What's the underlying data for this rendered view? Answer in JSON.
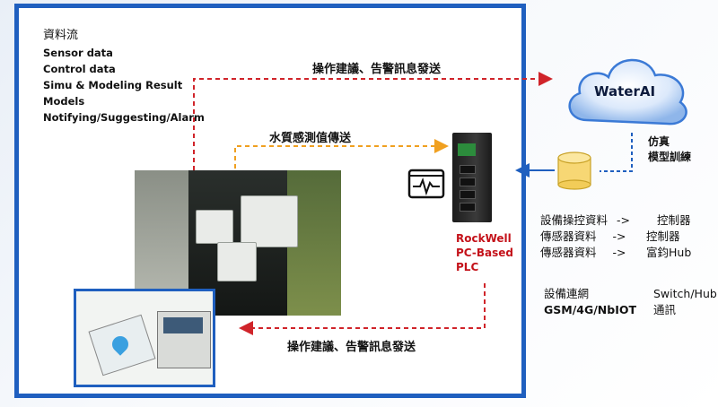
{
  "data_flow": {
    "title": "資料流",
    "items": [
      "Sensor data",
      "Control data",
      "Simu & Modeling Result",
      "Models",
      "Notifying/Suggesting/Alarm"
    ]
  },
  "arrows": {
    "top_label": "操作建議、告警訊息發送",
    "middle_label": "水質感測值傳送",
    "bottom_label": "操作建議、告警訊息發送"
  },
  "cloud": {
    "label": "WaterAI"
  },
  "simulation": {
    "line1": "仿真",
    "line2": "模型訓練"
  },
  "plc": {
    "line1": "RockWell",
    "line2": "PC-Based",
    "line3": "PLC"
  },
  "device_info": {
    "rows": [
      {
        "left": "設備操控資料",
        "arrow": "->",
        "right": "控制器"
      },
      {
        "left": "傳感器資料",
        "arrow": "->",
        "right": "控制器"
      },
      {
        "left": "傳感器資料",
        "arrow": "->",
        "right": "富鈞Hub"
      }
    ]
  },
  "network": {
    "left1": "設備連網",
    "left2": "GSM/4G/NbIOT",
    "right1": "Switch/Hub",
    "right2": "通訊"
  },
  "colors": {
    "frame": "#1f5fbf",
    "red_arrow": "#d0242a",
    "orange_arrow": "#f0a020",
    "blue_arrow": "#1f5fbf",
    "plc_text": "#c4121a"
  },
  "icons": [
    "cloud-icon",
    "database-icon",
    "monitor-waveform-icon"
  ]
}
